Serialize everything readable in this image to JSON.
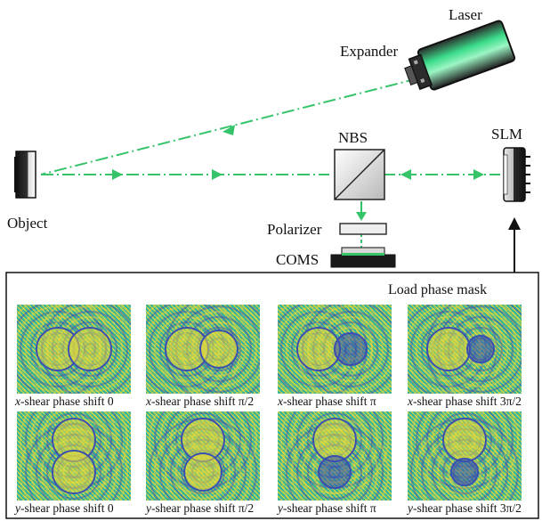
{
  "labels": {
    "laser": "Laser",
    "expander": "Expander",
    "nbs": "NBS",
    "slm": "SLM",
    "object": "Object",
    "polarizer": "Polarizer",
    "coms": "COMS",
    "load_phase_mask": "Load phase mask"
  },
  "masks": [
    {
      "axis": "x",
      "caption_axis": "x",
      "caption_text": "-shear phase shift 0",
      "phase": 0
    },
    {
      "axis": "x",
      "caption_axis": "x",
      "caption_text": "-shear phase shift π/2",
      "phase": 0.5
    },
    {
      "axis": "x",
      "caption_axis": "x",
      "caption_text": "-shear phase shift π",
      "phase": 1.0
    },
    {
      "axis": "x",
      "caption_axis": "x",
      "caption_text": "-shear phase shift 3π/2",
      "phase": 1.5
    },
    {
      "axis": "y",
      "caption_axis": "y",
      "caption_text": "-shear phase shift 0",
      "phase": 0
    },
    {
      "axis": "y",
      "caption_axis": "y",
      "caption_text": "-shear phase shift π/2",
      "phase": 0.5
    },
    {
      "axis": "y",
      "caption_axis": "y",
      "caption_text": "-shear phase shift π",
      "phase": 1.0
    },
    {
      "axis": "y",
      "caption_axis": "y",
      "caption_text": "-shear phase shift 3π/2",
      "phase": 1.5
    }
  ],
  "colors": {
    "beam": "#35c46a",
    "mask_low": "#3b4fb0",
    "mask_mid": "#35b59a",
    "mask_high": "#e6d83a"
  }
}
